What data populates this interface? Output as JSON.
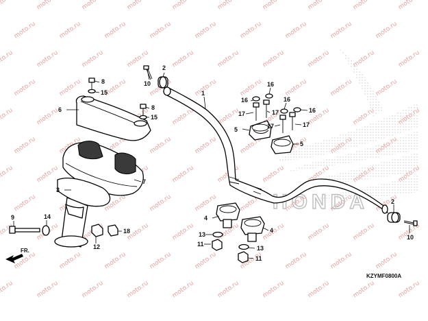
{
  "diagram": {
    "code": "KZYMF0800A",
    "watermark": "moto.ru",
    "brand_text": "HONDA",
    "direction_arrow": "FR."
  },
  "callouts": {
    "c1": "1",
    "c2a": "2",
    "c2b": "2",
    "c3": "3",
    "c4a": "4",
    "c4b": "4",
    "c5a": "5",
    "c5b": "5",
    "c6": "6",
    "c7": "7",
    "c8a": "8",
    "c8b": "8",
    "c9": "9",
    "c10a": "10",
    "c10b": "10",
    "c11a": "11",
    "c11b": "11",
    "c12": "12",
    "c13a": "13",
    "c13b": "13",
    "c14": "14",
    "c15a": "15",
    "c15b": "15",
    "c16a": "16",
    "c16b": "16",
    "c16c": "16",
    "c16d": "16",
    "c17a": "17",
    "c17b": "17",
    "c17c": "17",
    "c17d": "17",
    "c18": "18"
  },
  "colors": {
    "lines": "#000000",
    "watermark": "#e8a0a0",
    "wing": "#c8c8c8"
  }
}
